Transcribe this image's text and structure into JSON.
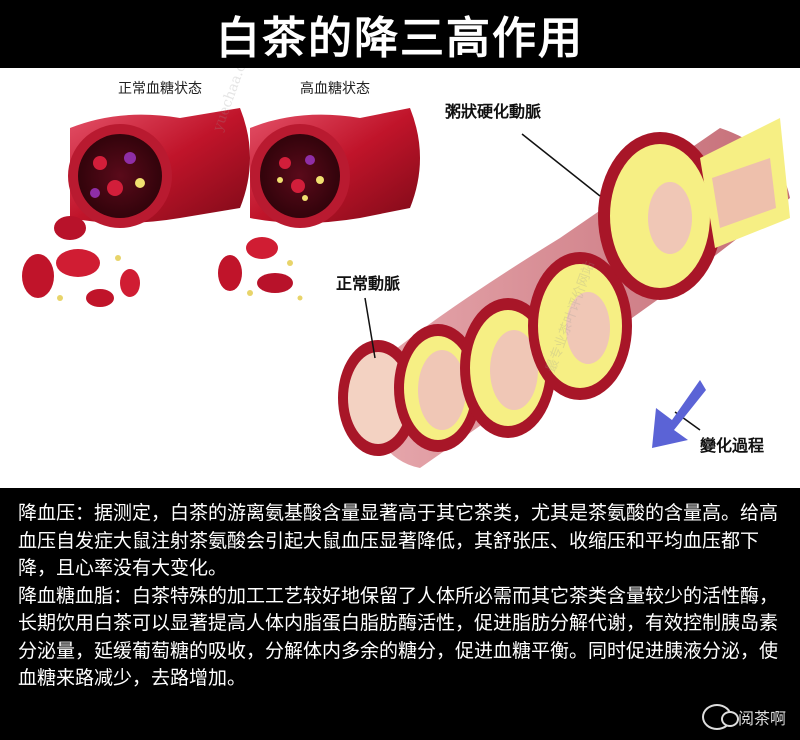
{
  "title": "白茶的降三高作用",
  "captions": {
    "normal_sugar": "正常血糖状态",
    "high_sugar": "高血糖状态"
  },
  "labels": {
    "atherosclerosis": "粥狀硬化動脈",
    "normal_artery": "正常動脈",
    "change_process": "變化過程"
  },
  "paragraphs": {
    "p1": "降血压：据测定，白茶的游离氨基酸含量显著高于其它茶类，尤其是茶氨酸的含量高。给高血压自发症大鼠注射茶氨酸会引起大鼠血压显著降低，其舒张压、收缩压和平均血压都下降，且心率没有大变化。",
    "p2": "降血糖血脂：白茶特殊的加工工艺较好地保留了人体所必需而其它茶类含量较少的活性酶，长期饮用白茶可以显著提高人体内脂蛋白脂肪酶活性，促进脂肪分解代谢，有效控制胰岛素分泌量，延缓葡萄糖的吸收，分解体内多余的糖分，促进血糖平衡。同时促进胰液分泌，使血糖来路减少，去路增加。"
  },
  "watermark": {
    "brand": "阅茶啊",
    "site": "yuechaa.com.cn",
    "slogan": "最专业茶叶评价网站"
  },
  "colors": {
    "background": "#000000",
    "title_text": "#ffffff",
    "blood_red": "#c0142a",
    "plaque_yellow": "#f2ea6a",
    "arrow_blue": "#5b63d6"
  }
}
